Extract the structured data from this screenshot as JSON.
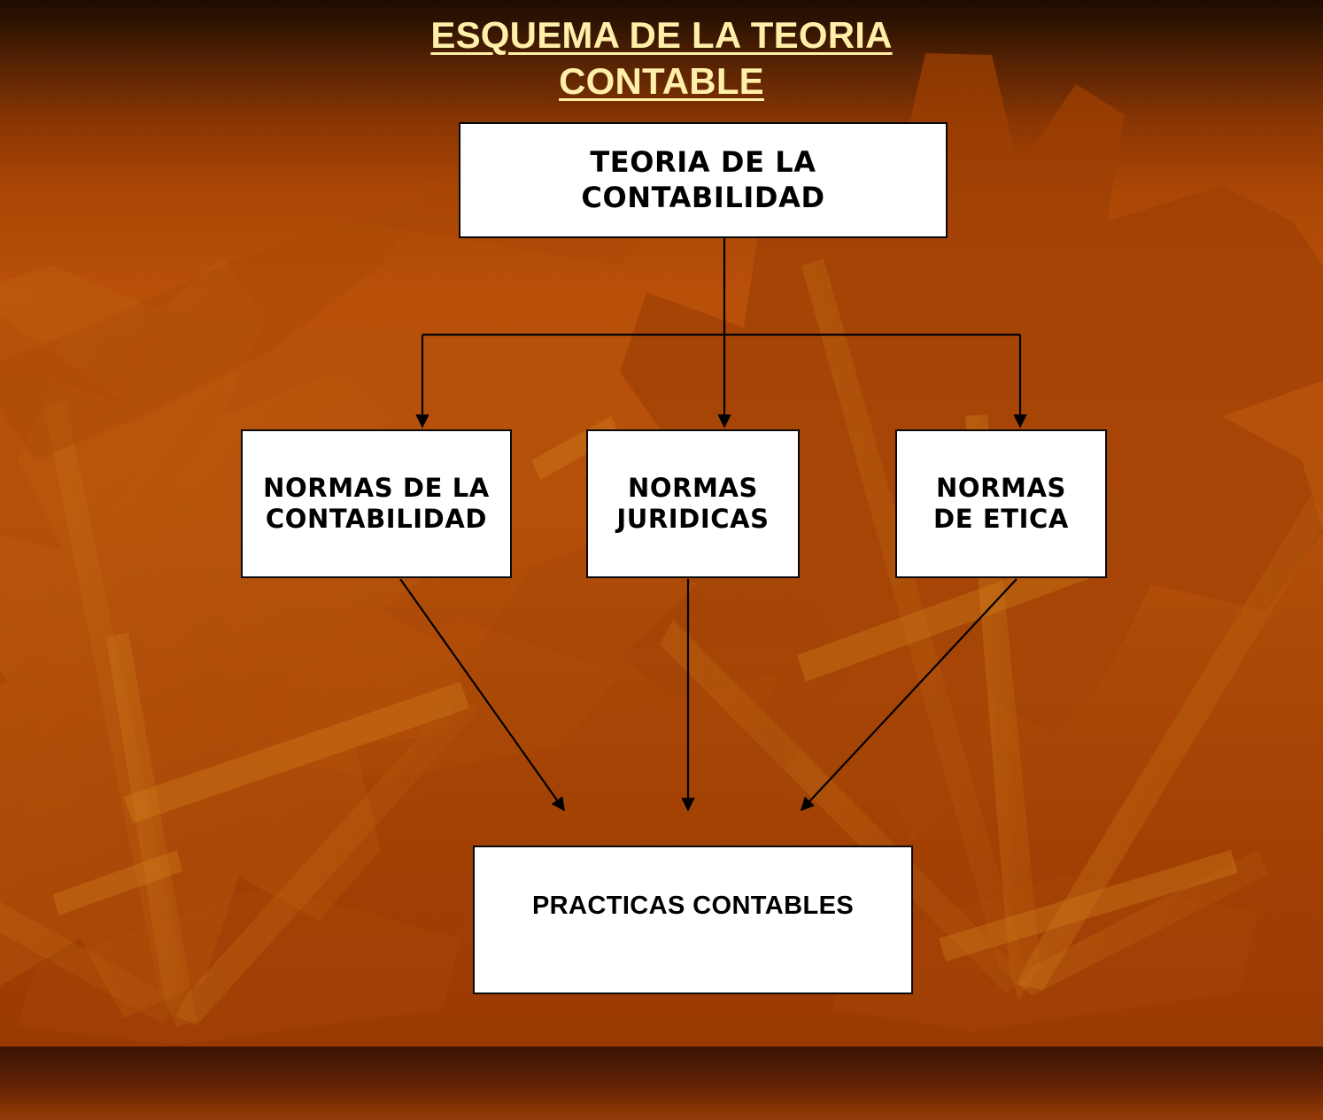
{
  "slide": {
    "title_line1": "ESQUEMA DE LA TEORIA",
    "title_line2": "CONTABLE",
    "title_color": "#FFEFA8",
    "background_color": "#B4500A",
    "background_bottom_color": "#4D1A05",
    "box_fill": "#FFFFFF",
    "box_border": "#000000",
    "connector_color": "#000000"
  },
  "diagram": {
    "type": "flowchart",
    "root": {
      "label": "TEORIA DE LA\nCONTABILIDAD",
      "line1": "TEORIA DE LA",
      "line2": "CONTABILIDAD"
    },
    "level2": [
      {
        "line1": "NORMAS DE LA",
        "line2": "CONTABILIDAD"
      },
      {
        "line1": "NORMAS",
        "line2": "JURIDICAS"
      },
      {
        "line1": "NORMAS",
        "line2": "DE ETICA"
      }
    ],
    "leaf": {
      "label": "PRACTICAS  CONTABLES"
    },
    "edges": [
      {
        "from": "TEORIA DE LA CONTABILIDAD",
        "to": "NORMAS DE LA CONTABILIDAD"
      },
      {
        "from": "TEORIA DE LA CONTABILIDAD",
        "to": "NORMAS JURIDICAS"
      },
      {
        "from": "TEORIA DE LA CONTABILIDAD",
        "to": "NORMAS DE ETICA"
      },
      {
        "from": "NORMAS DE LA CONTABILIDAD",
        "to": "PRACTICAS CONTABLES"
      },
      {
        "from": "NORMAS JURIDICAS",
        "to": "PRACTICAS CONTABLES"
      },
      {
        "from": "NORMAS DE ETICA",
        "to": "PRACTICAS CONTABLES"
      }
    ]
  }
}
